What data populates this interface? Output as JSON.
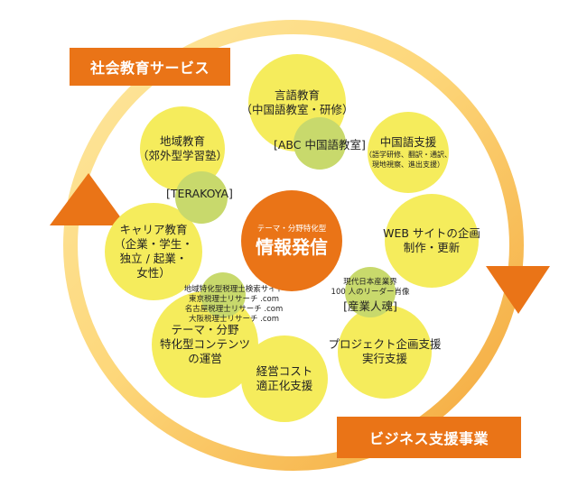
{
  "banners": {
    "social": "社会教育サービス",
    "business": "ビジネス支援事業"
  },
  "center": {
    "subtitle": "テーマ・分野特化型",
    "title": "情報発信"
  },
  "bubbles": {
    "language": [
      "言語教育",
      "（中国語教室・研修）"
    ],
    "chinese_support": [
      "中国語支援"
    ],
    "chinese_support_detail": [
      "（語学研修、翻訳・通訳、",
      "現地視察、進出支援）"
    ],
    "regional": [
      "地域教育",
      "（郊外型学習塾）"
    ],
    "career": [
      "キャリア教育",
      "（企業・学生・",
      "独立 / 起業・",
      "女性）"
    ],
    "web": [
      "WEB サイトの企画",
      "制作・更新"
    ],
    "theme_content": [
      "テーマ・分野",
      "特化型コンテンツ",
      "の運営"
    ],
    "cost": [
      "経営コスト",
      "適正化支援"
    ],
    "project": [
      "プロジェクト企画支援",
      "実行支援"
    ]
  },
  "labels": {
    "abc": "[ABC 中国語教室]",
    "terakoya": "[TERAKOYA]",
    "industry_lines": [
      "現代日本産業界",
      "100 人のリーダー肖像"
    ],
    "industry_title": "[産業人魂]",
    "tax_sites": [
      "地域特化型税理士検索サイト",
      "東京税理士リサーチ .com",
      "名古屋税理士リサーチ .com",
      "大阪税理士リサーチ .com"
    ]
  },
  "colors": {
    "orange": "#ea7417",
    "ring_light": "#fde79a",
    "ring_dark": "#f4ad3d",
    "bubble": "#f5ec5c",
    "overlap": "#c8d96c"
  }
}
